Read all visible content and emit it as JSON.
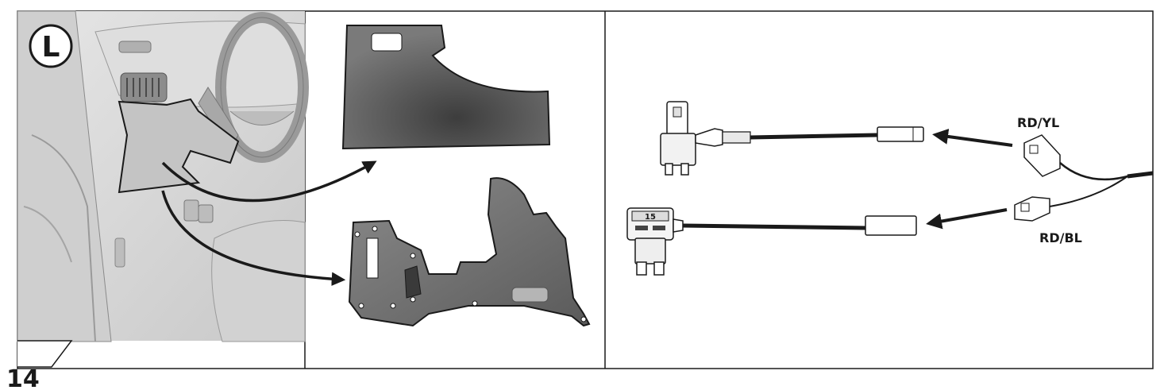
{
  "step": {
    "number": "14"
  },
  "panel_left": {
    "side_badge": "L"
  },
  "panel_right": {
    "fuse_amperage": "15",
    "connector_top_label": "RD/YL",
    "connector_bottom_label": "RD/BL"
  },
  "colors": {
    "frame": "#1a1a1a",
    "panel_gray": "#5f5f5f",
    "interior_light": "#d9d9d9",
    "wire": "#1a1a1a"
  }
}
